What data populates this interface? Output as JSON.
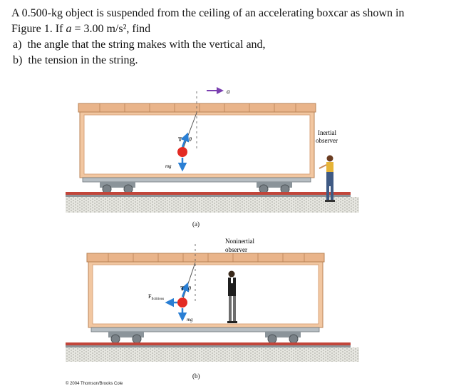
{
  "problem": {
    "line1": "A 0.500-kg object is suspended from the ceiling of an accelerating boxcar as shown in",
    "line2_pre": "Figure 1. If ",
    "line2_var": "a",
    "line2_eq": " = 3.00 m/s², find",
    "part_a_label": "a)",
    "part_a_text": "the angle that the string makes with the vertical and,",
    "part_b_label": "b)",
    "part_b_text": "the tension in the string."
  },
  "figure": {
    "accel_label": "a",
    "panel_a": {
      "caption": "(a)",
      "tension_label": "T",
      "angle_label": "θ",
      "weight_label": "mg",
      "observer_label_line1": "Inertial",
      "observer_label_line2": "observer"
    },
    "panel_b": {
      "caption": "(b)",
      "tension_label": "T",
      "angle_label": "θ",
      "weight_label": "mg",
      "fictitious_label_main": "F",
      "fictitious_label_sub": "fictitious",
      "observer_label_line1": "Noninertial",
      "observer_label_line2": "observer"
    },
    "copyright": "© 2004 Thomson/Brooks Cole"
  },
  "colors": {
    "roof": "#e9b48a",
    "roof_edge": "#b98356",
    "walls": "#f2c7a1",
    "interior": "#ffffff",
    "ball": "#e32b24",
    "vector": "#2a7fd4",
    "chassis": "#8b949a",
    "track_red": "#c2453a"
  }
}
